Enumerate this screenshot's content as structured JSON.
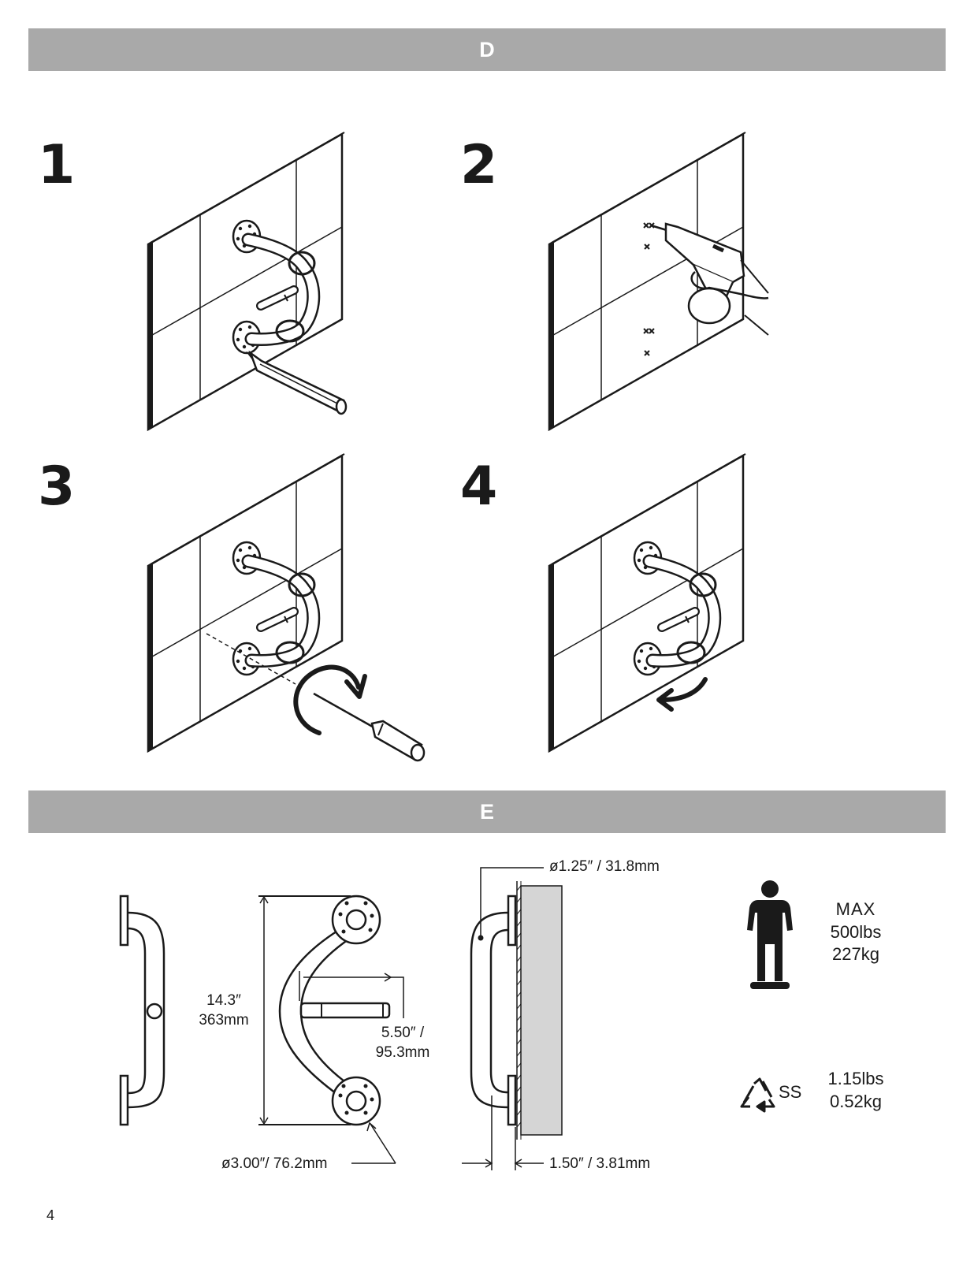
{
  "sections": {
    "d_label": "D",
    "e_label": "E"
  },
  "steps": [
    "1",
    "2",
    "3",
    "4"
  ],
  "dimensions": {
    "length_in": "14.3″",
    "length_mm": "363mm",
    "depth_in": "5.50″ /",
    "depth_mm": "95.3mm",
    "flange_dia": "ø3.00″/ 76.2mm",
    "tube_dia": "ø1.25″ / 31.8mm",
    "clearance": "1.50″ / 3.81mm"
  },
  "specs": {
    "max_label": "MAX",
    "max_lbs": "500lbs",
    "max_kg": "227kg",
    "material": "SS",
    "weight_lbs": "1.15lbs",
    "weight_kg": "0.52kg"
  },
  "icons": [
    "person-icon",
    "recycle-icon",
    "pencil-icon",
    "drill-icon",
    "screwdriver-icon",
    "rotate-arrow-icon"
  ],
  "page_number": "4"
}
